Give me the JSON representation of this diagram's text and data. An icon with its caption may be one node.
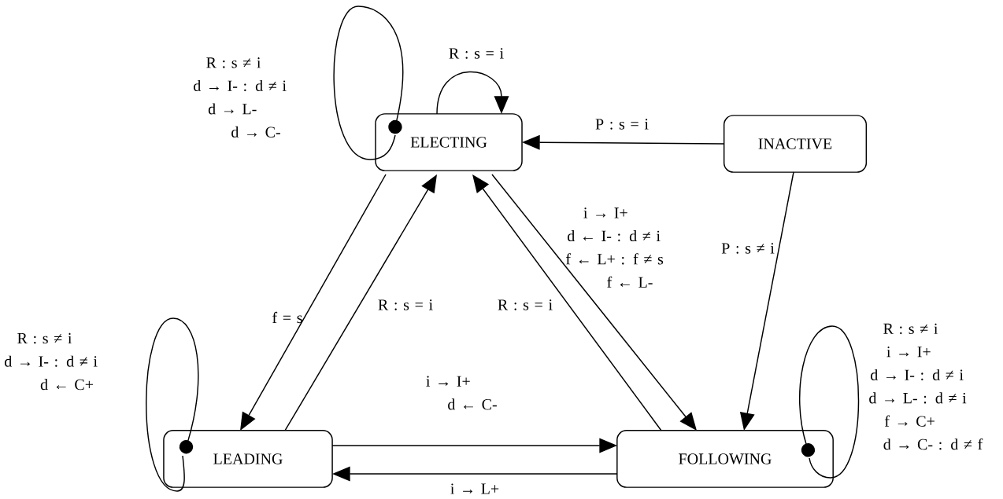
{
  "diagram": {
    "nodes": [
      {
        "text": [
          "ELECTING"
        ]
      },
      {
        "text": [
          "INACTIVE"
        ]
      },
      {
        "text": [
          "LEADING"
        ]
      },
      {
        "text": [
          "FOLLOWING"
        ]
      }
    ],
    "edges": [
      {
        "from": 0,
        "to": 0,
        "arrow": "other",
        "label": "R : s ≠ i d → I- : d ≠ i d → L- d → C-"
      },
      {
        "from": 0,
        "to": 0,
        "arrow": "to",
        "label": "R : s = i"
      },
      {
        "from": 1,
        "to": 0,
        "arrow": "to",
        "label": "P : s = i"
      },
      {
        "from": 1,
        "to": 3,
        "arrow": "to",
        "label": "P : s ≠ i"
      },
      {
        "from": 0,
        "to": 2,
        "arrow": "to",
        "label": "f = s"
      },
      {
        "from": 2,
        "to": 0,
        "arrow": "to",
        "label": "R : s = i"
      },
      {
        "from": 3,
        "to": 0,
        "arrow": "to",
        "label": "R : s = i"
      },
      {
        "from": 0,
        "to": 3,
        "arrow": "to",
        "label": "i → I+ d ← I- : d ≠ i f ← L+ : f ≠ s f ← L-"
      },
      {
        "from": 2,
        "to": 3,
        "arrow": "to",
        "label": "i → I+ d ← C-"
      },
      {
        "from": 3,
        "to": 2,
        "arrow": "to",
        "label": "i → L+"
      },
      {
        "from": 2,
        "to": 2,
        "arrow": "other",
        "label": "R : s ≠ i d → I- : d ≠ i d ← C+"
      },
      {
        "from": 3,
        "to": 3,
        "arrow": "other",
        "label": "R : s ≠ i i → I+ d → I- : d ≠ i d → L- : d ≠ i f → C+ d → C- : d ≠ f"
      }
    ]
  }
}
